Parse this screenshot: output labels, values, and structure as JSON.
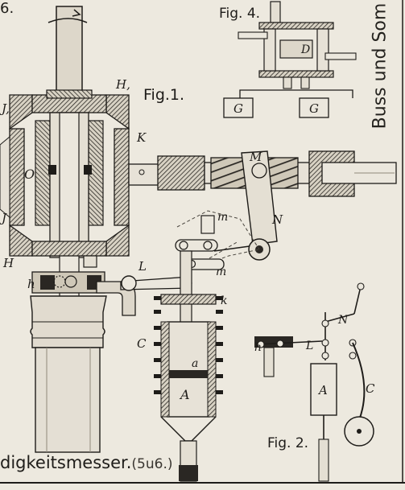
{
  "plate": {
    "side_text": "Buss und Som",
    "caption": "digkeitsmesser.",
    "caption_suffix": "(5u6.)",
    "corner_fragment": "6."
  },
  "figures": {
    "fig1": {
      "title": "Fig.1.",
      "labels": {
        "H1": "H,",
        "J1": "J,",
        "K": "K",
        "O": "O",
        "J": "J",
        "H": "H",
        "h": "h",
        "L": "L",
        "M": "M",
        "N": "N",
        "m_upper": "m",
        "m_lower": "m",
        "k": "k",
        "C": "C",
        "a": "a",
        "A": "A"
      }
    },
    "fig2": {
      "title": "Fig. 2.",
      "labels": {
        "h": "h",
        "L": "L",
        "N": "N",
        "A": "A",
        "C": "C"
      }
    },
    "fig4": {
      "title": "Fig. 4.",
      "labels": {
        "D": "D",
        "G_left": "G",
        "G_right": "G"
      }
    }
  }
}
